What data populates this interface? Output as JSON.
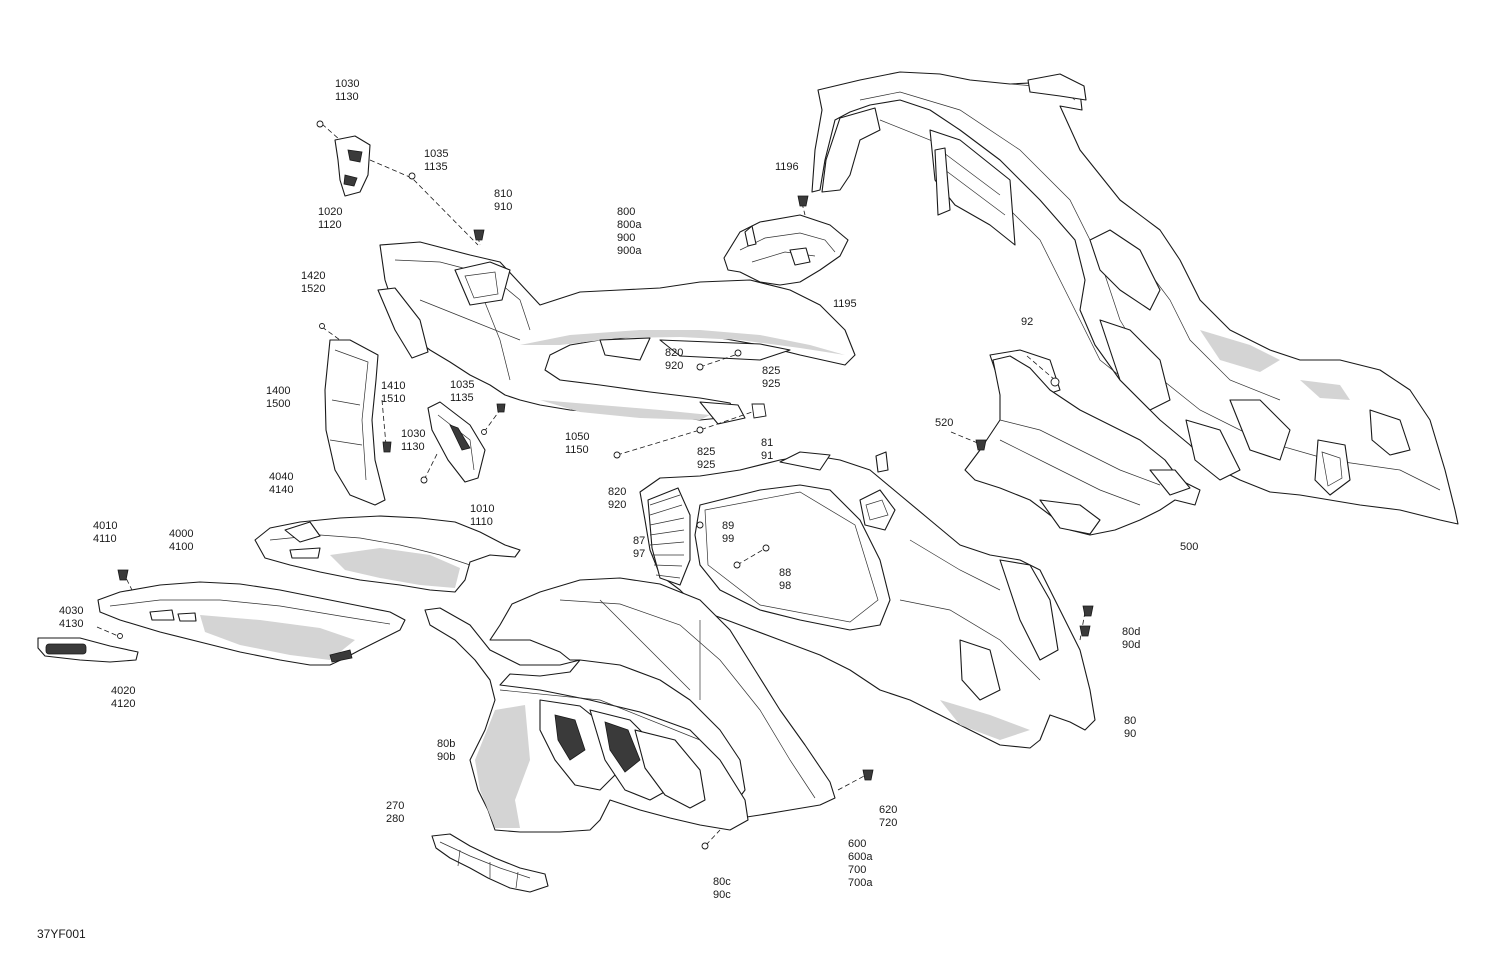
{
  "diagram_code": "37YF001",
  "callouts": [
    {
      "id": "c1030a",
      "lines": [
        "1030",
        "1130"
      ]
    },
    {
      "id": "c1035a",
      "lines": [
        "1035",
        "1135"
      ]
    },
    {
      "id": "c1020",
      "lines": [
        "1020",
        "1120"
      ]
    },
    {
      "id": "c810",
      "lines": [
        "810",
        "910"
      ]
    },
    {
      "id": "c800",
      "lines": [
        "800",
        "800a",
        "900",
        "900a"
      ]
    },
    {
      "id": "c1196",
      "lines": [
        "1196"
      ]
    },
    {
      "id": "c1195",
      "lines": [
        "1195"
      ]
    },
    {
      "id": "c1420",
      "lines": [
        "1420",
        "1520"
      ]
    },
    {
      "id": "c1400",
      "lines": [
        "1400",
        "1500"
      ]
    },
    {
      "id": "c1410",
      "lines": [
        "1410",
        "1510"
      ]
    },
    {
      "id": "c1035b",
      "lines": [
        "1035",
        "1135"
      ]
    },
    {
      "id": "c1030b",
      "lines": [
        "1030",
        "1130"
      ]
    },
    {
      "id": "c1050",
      "lines": [
        "1050",
        "1150"
      ]
    },
    {
      "id": "c1010",
      "lines": [
        "1010",
        "1110"
      ]
    },
    {
      "id": "c820a",
      "lines": [
        "820",
        "920"
      ]
    },
    {
      "id": "c825a",
      "lines": [
        "825",
        "925"
      ]
    },
    {
      "id": "c81",
      "lines": [
        "81",
        "91"
      ]
    },
    {
      "id": "c825b",
      "lines": [
        "825",
        "925"
      ]
    },
    {
      "id": "c820b",
      "lines": [
        "820",
        "920"
      ]
    },
    {
      "id": "c92",
      "lines": [
        "92"
      ]
    },
    {
      "id": "c520",
      "lines": [
        "520"
      ]
    },
    {
      "id": "c500",
      "lines": [
        "500"
      ]
    },
    {
      "id": "c4040",
      "lines": [
        "4040",
        "4140"
      ]
    },
    {
      "id": "c4010",
      "lines": [
        "4010",
        "4110"
      ]
    },
    {
      "id": "c4000",
      "lines": [
        "4000",
        "4100"
      ]
    },
    {
      "id": "c4030",
      "lines": [
        "4030",
        "4130"
      ]
    },
    {
      "id": "c4020",
      "lines": [
        "4020",
        "4120"
      ]
    },
    {
      "id": "c87",
      "lines": [
        "87",
        "97"
      ]
    },
    {
      "id": "c89",
      "lines": [
        "89",
        "99"
      ]
    },
    {
      "id": "c88",
      "lines": [
        "88",
        "98"
      ]
    },
    {
      "id": "c80d",
      "lines": [
        "80d",
        "90d"
      ]
    },
    {
      "id": "c80",
      "lines": [
        "80",
        "90"
      ]
    },
    {
      "id": "c80b",
      "lines": [
        "80b",
        "90b"
      ]
    },
    {
      "id": "c620",
      "lines": [
        "620",
        "720"
      ]
    },
    {
      "id": "c600",
      "lines": [
        "600",
        "600a",
        "700",
        "700a"
      ]
    },
    {
      "id": "c270",
      "lines": [
        "270",
        "280"
      ]
    },
    {
      "id": "c80c",
      "lines": [
        "80c",
        "90c"
      ]
    }
  ]
}
